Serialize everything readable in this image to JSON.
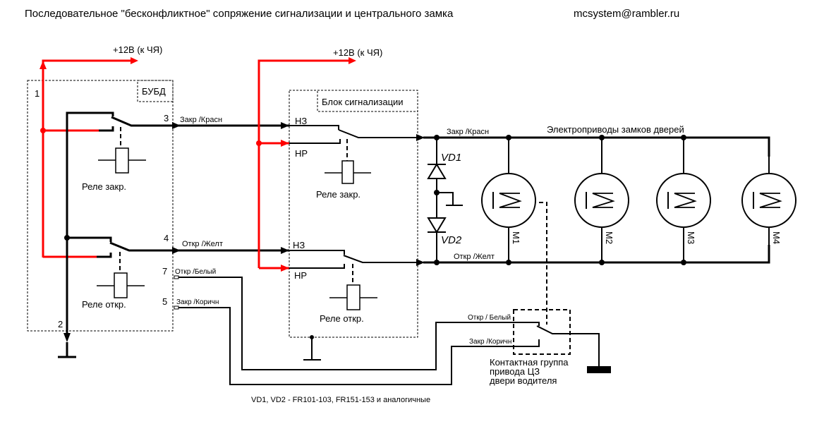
{
  "title": "Последовательное \"бесконфликтное\" сопряжение сигнализации и центрального замка",
  "email": "mcsystem@rambler.ru",
  "power_label_1": "+12В (к ЧЯ)",
  "power_label_2": "+12В (к ЧЯ)",
  "colors": {
    "power": "#ff0000",
    "wire": "#000000"
  },
  "budd": {
    "name": "БУБД",
    "pins": {
      "p1": "1",
      "p2": "2",
      "p3": "3",
      "p4": "4",
      "p5": "5",
      "p7": "7"
    },
    "relay_close": "Реле закр.",
    "relay_open": "Реле откр.",
    "wire_3": "Закр /Красн",
    "wire_4": "Откр /Желт",
    "wire_7": "Откр  /Белый",
    "wire_5": "Закр /Коричн"
  },
  "alarm": {
    "name": "Блок сигнализации",
    "nc_1": "НЗ",
    "no_1": "НР",
    "nc_2": "НЗ",
    "no_2": "НР",
    "relay_close": "Реле закр.",
    "relay_open": "Реле откр."
  },
  "bus": {
    "close_label": "Закр /Красн",
    "open_label": "Откр /Желт",
    "actuators_label": "Электроприводы замков  дверей"
  },
  "diodes": {
    "d1": "VD1",
    "d2": "VD2"
  },
  "motors": [
    "M1",
    "M2",
    "M3",
    "M4"
  ],
  "contact_group": {
    "open_wire": "Откр / Белый",
    "close_wire": "Закр /Коричн",
    "caption_lines": [
      "Контактная группа",
      "привода ЦЗ",
      "двери водителя"
    ]
  },
  "note": "VD1, VD2 - FR101-103, FR151-153 и аналогичные"
}
